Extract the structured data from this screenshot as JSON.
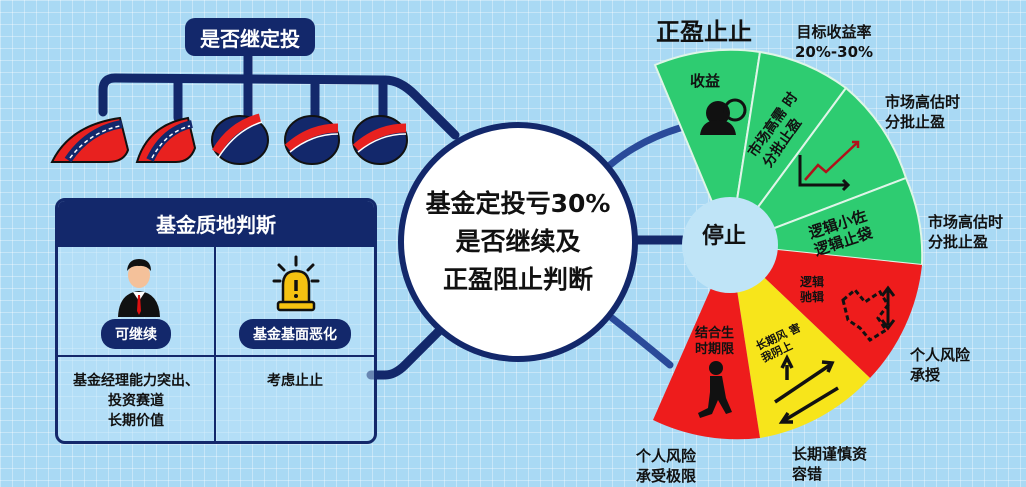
{
  "top_tree": {
    "title": "是否继定投",
    "nodes": [
      "road-node-1",
      "road-node-2",
      "road-node-3",
      "road-node-4",
      "road-node-5"
    ]
  },
  "fund_quality": {
    "title": "基金质地判斯",
    "columns": [
      {
        "icon": "businessman-icon",
        "badge": "可继续",
        "detail": [
          "基金经理能力突出、",
          "投资赛道",
          "长期价值"
        ]
      },
      {
        "icon": "warning-beacon-icon",
        "badge": "基金基面恶化",
        "detail": [
          "考虑止止"
        ]
      }
    ]
  },
  "center": {
    "lines": [
      "基金定投亏30%",
      "是否继续及",
      "正盈阻止判断"
    ]
  },
  "wheel": {
    "title": "正盈止止",
    "hub_label": "停止",
    "colors": {
      "green": "#2ecc71",
      "red": "#ee1c1c",
      "yellow": "#f7e51b",
      "navy": "#13286b"
    },
    "segments": [
      {
        "label": "收益",
        "color": "green"
      },
      {
        "label": "市场高需 时分批止盈",
        "color": "green"
      },
      {
        "label": "",
        "color": "green"
      },
      {
        "label": "逻辑小佐 逻辑止袋",
        "color": "green"
      },
      {
        "label": "逻辑 驰辑",
        "color": "red"
      },
      {
        "label": "长期风 害我阴上",
        "color": "yellow"
      },
      {
        "label": "结合生 时期限",
        "color": "red"
      }
    ],
    "outer_labels": [
      {
        "lines": [
          "目标收益率",
          "20%-30%"
        ]
      },
      {
        "lines": [
          "市场高估时",
          "分批止盈"
        ]
      },
      {
        "lines": [
          "市场高估时",
          "分批止盈"
        ]
      },
      {
        "lines": [
          "个人风险",
          "承授"
        ]
      },
      {
        "lines": [
          "长期谨慎资",
          "容错"
        ]
      },
      {
        "lines": [
          "个人风险",
          "承受极限"
        ]
      }
    ]
  }
}
